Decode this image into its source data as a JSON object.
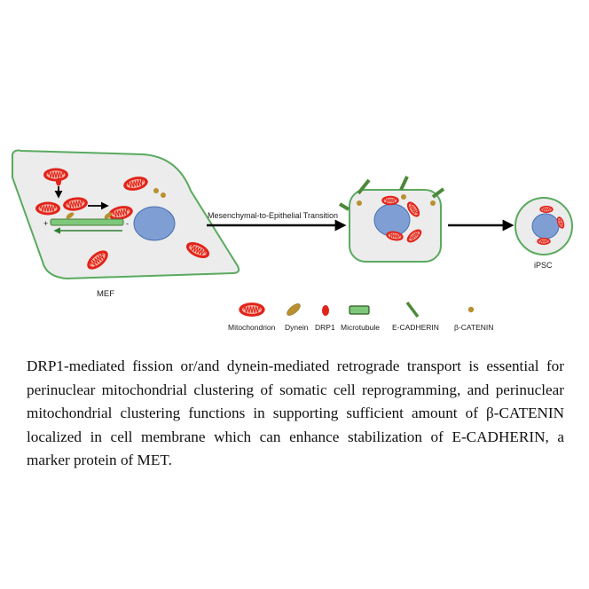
{
  "diagram": {
    "labels": {
      "mef": "MEF",
      "ipsc": "iPSC",
      "transition": "Mesenchymal-to-Epithelial Transition",
      "plus": "+",
      "minus": "-"
    },
    "legend": [
      {
        "label": "Mitochondrion",
        "icon": "mitochondrion-icon"
      },
      {
        "label": "Dynein",
        "icon": "dynein-icon"
      },
      {
        "label": "DRP1",
        "icon": "drp1-icon"
      },
      {
        "label": "Microtubule",
        "icon": "microtubule-icon"
      },
      {
        "label": "E-CADHERIN",
        "icon": "e-cadherin-icon"
      },
      {
        "label": "β-CATENIN",
        "icon": "beta-catenin-icon"
      }
    ],
    "colors": {
      "cell_fill": "#ececec",
      "cell_border": "#5aaa5e",
      "nucleus": "#7f9fd4",
      "mitochondrion": "#e2231a",
      "dynein": "#b8902e",
      "drp1": "#e2231a",
      "microtubule": "#7ec87a",
      "e_cadherin": "#4c8a3a",
      "beta_catenin": "#b8902e",
      "arrow": "#000000"
    }
  },
  "caption": "DRP1-mediated fission or/and dynein-mediated retrograde transport is essential for perinuclear mitochondrial clustering of somatic cell reprogramming, and perinuclear mitochondrial clustering functions in supporting sufficient amount of β-CATENIN localized in cell membrane which can enhance stabilization of E-CADHERIN, a marker protein of MET."
}
